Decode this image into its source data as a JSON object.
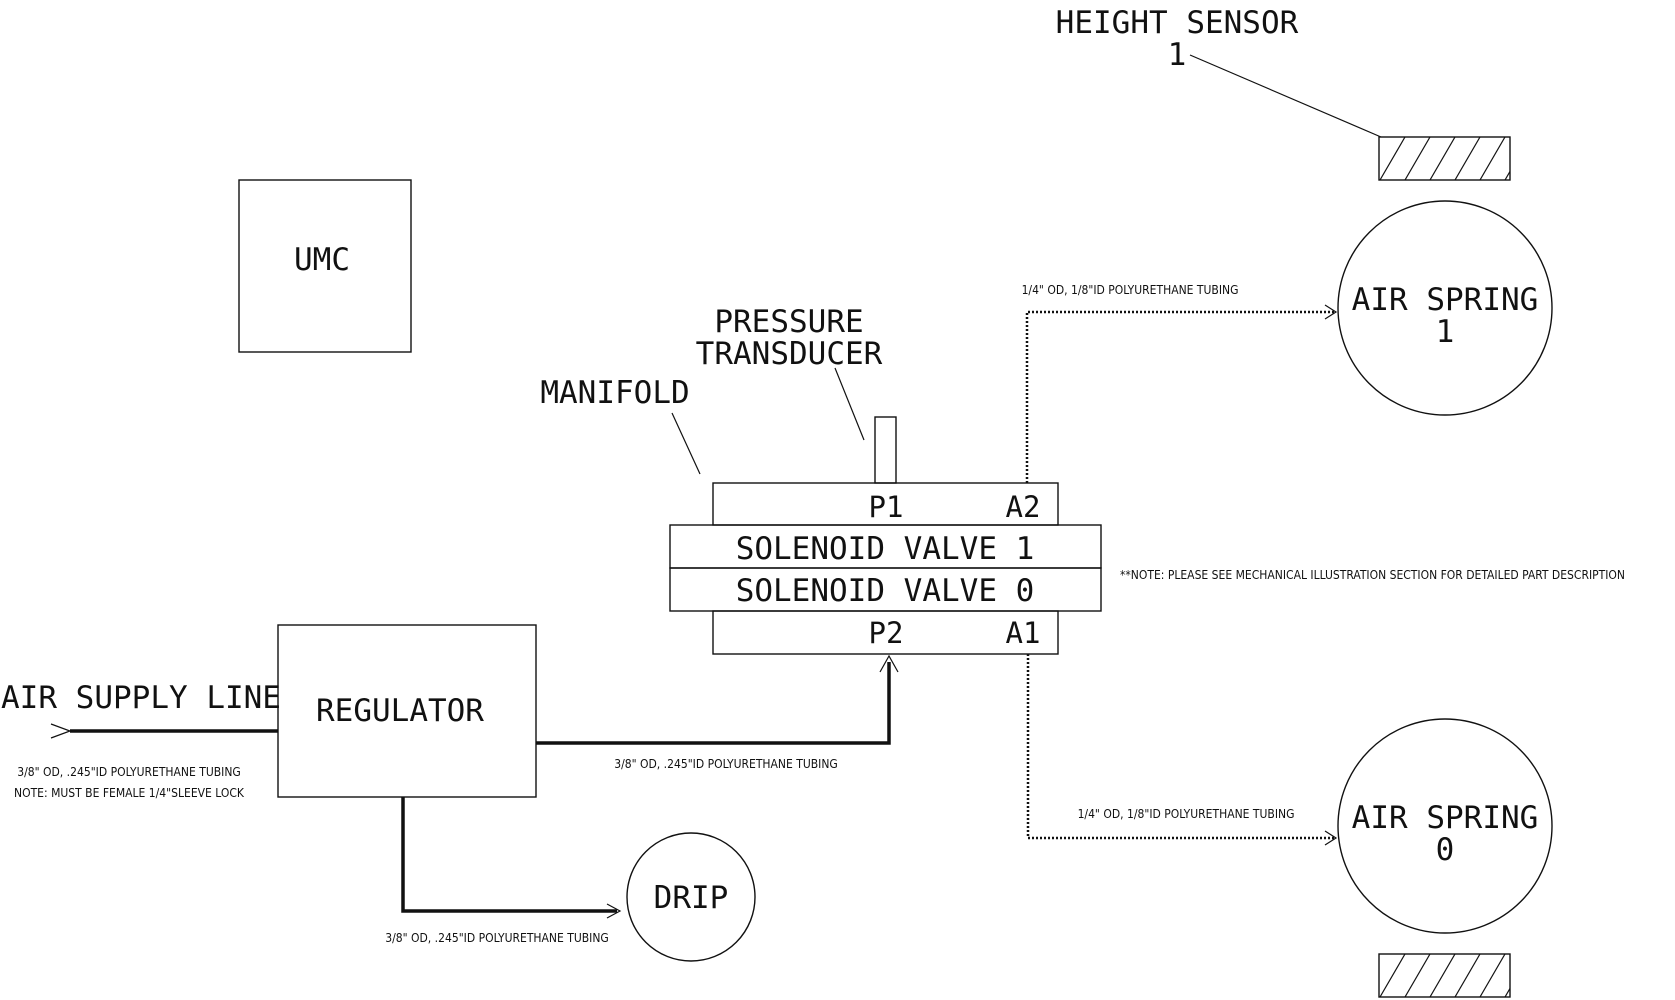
{
  "labels": {
    "height_sensor": "HEIGHT SENSOR",
    "height_sensor_num": "1",
    "umc": "UMC",
    "pressure": "PRESSURE",
    "transducer": "TRANSDUCER",
    "manifold": "MANIFOLD",
    "p1": "P1",
    "a2": "A2",
    "solenoid1": "SOLENOID VALVE 1",
    "solenoid0": "SOLENOID VALVE 0",
    "p2": "P2",
    "a1": "A1",
    "air_spring1_a": "AIR SPRING",
    "air_spring1_b": "1",
    "air_spring0_a": "AIR SPRING",
    "air_spring0_b": "0",
    "air_supply": "AIR SUPPLY LINE",
    "regulator": "REGULATOR",
    "drip": "DRIP"
  },
  "tubing": {
    "top_right": "1/4\" OD, 1/8\"ID POLYURETHANE TUBING",
    "bottom_right": "1/4\" OD, 1/8\"ID POLYURETHANE TUBING",
    "regulator_out": "3/8\" OD, .245\"ID POLYURETHANE TUBING",
    "supply": "3/8\" OD, .245\"ID POLYURETHANE TUBING",
    "supply_note": "NOTE: MUST BE FEMALE 1/4\"SLEEVE LOCK",
    "drip": "3/8\" OD, .245\"ID POLYURETHANE TUBING"
  },
  "note": "**NOTE: PLEASE SEE MECHANICAL ILLUSTRATION SECTION  FOR DETAILED PART DESCRIPTION"
}
